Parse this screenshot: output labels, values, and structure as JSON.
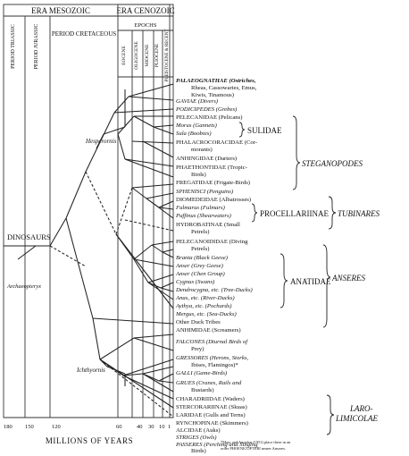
{
  "header": {
    "era_mesozoic": "ERA MESOZOIC",
    "era_cenozoic": "ERA CENOZOIC",
    "epochs": "EPOCHS",
    "period_triassic": "PERIOD TRIASSIC",
    "period_jurassic": "PERIOD JURASSIC",
    "period_cretaceous": "PERIOD CRETACEOUS",
    "eocene": "EOCENE",
    "oligocene": "OLIGOCENE",
    "miocene": "MIOCENE",
    "pliocene": "PLIOCENE",
    "pleistocene": "PLEISTOCENE & RECENT"
  },
  "left_labels": {
    "dinosaurs": "DINOSAURS",
    "archaeopteryx": "Archaeopteryx",
    "hesperornis": "Hesperornis",
    "ichthyornis": "Ichthyornis"
  },
  "taxa": [
    {
      "line1": "PALAEOGNATHAE (Ostriches,",
      "line2": "Rheas, Cassowaries, Emus,",
      "line3": "Kiwis, Tinamous)"
    },
    {
      "line1": "GAVIAE (Divers)"
    },
    {
      "line1": "PODICIPEDES (Grebes)"
    },
    {
      "line1": "PELECANIDAE (Pelicans)"
    },
    {
      "line1": "Morus (Gannets)"
    },
    {
      "line1": "Sula (Boobies)"
    },
    {
      "line1": "PHALACROCORACIDAE (Cor-",
      "line2": "morants)"
    },
    {
      "line1": "ANHINGIDAE (Darters)"
    },
    {
      "line1": "PHAETHONTIDAE (Tropic-",
      "line2": "Birds)"
    },
    {
      "line1": "FREGATIDAE (Frigate-Birds)"
    },
    {
      "line1": "SPHENISCI (Penguins)"
    },
    {
      "line1": "DIOMEDEIDAE (Albatrosses)"
    },
    {
      "line1": "Fulmarus (Fulmars)"
    },
    {
      "line1": "Puffinus (Shearwaters)"
    },
    {
      "line1": "HYDROBATINAE (Small",
      "line2": "Petrels)"
    },
    {
      "line1": "PELECANOIDIDAE (Diving",
      "line2": "Petrels)"
    },
    {
      "line1": "Branta (Black Geese)"
    },
    {
      "line1": "Anser (Grey Geese)"
    },
    {
      "line1": "Anser (Chen Group)"
    },
    {
      "line1": "Cygnus (Swans)"
    },
    {
      "line1": "Dendrocygna, etc. (Tree-Ducks)"
    },
    {
      "line1": "Anas, etc. (River-Ducks)"
    },
    {
      "line1": "Aythya, etc. (Pochards)"
    },
    {
      "line1": "Mergus, etc. (Sea-Ducks)"
    },
    {
      "line1": "Other Duck Tribes"
    },
    {
      "line1": "ANHIMIDAE (Screamers)"
    },
    {
      "line1": "FALCONES (Diurnal Birds of",
      "line2": "Prey)"
    },
    {
      "line1": "GRESSORES (Herons, Storks,",
      "line2": "Ibises, Flamingos)*"
    },
    {
      "line1": "GALLI (Game-Birds)"
    },
    {
      "line1": "GRUES (Cranes, Rails and",
      "line2": "Bustards)"
    },
    {
      "line1": "CHARADRIIDAE (Waders)"
    },
    {
      "line1": "STERCORARIINAE (Skuas)"
    },
    {
      "line1": "LARIDAE (Gulls and Terns)"
    },
    {
      "line1": "RYNCHOPINAE (Skimmers)"
    },
    {
      "line1": "ALCIDAE (Auks)"
    },
    {
      "line1": "STRIGES (Owls)"
    },
    {
      "line1": "PASSERES (Perching and Singing",
      "line2": "Birds)"
    }
  ],
  "groups": {
    "sulidae": "SULIDAE",
    "steganopodes": "STEGANOPODES",
    "procellariinae": "PROCELLARIINAE",
    "tubinares": "TUBINARES",
    "anatidae": "ANATIDAE",
    "anseres": "ANSERES",
    "laro1": "LARO-",
    "laro2": "LIMICOLAE"
  },
  "axis": {
    "ticks": [
      "180",
      "150",
      "120",
      "60",
      "40",
      "30",
      "10",
      "1"
    ],
    "title": "MILLIONS OF YEARS"
  },
  "footnote": {
    "line1": "*Mayr and Amadon (1951) place these in an",
    "line2": "order PHOENICOPTERI nearer Anseres."
  }
}
